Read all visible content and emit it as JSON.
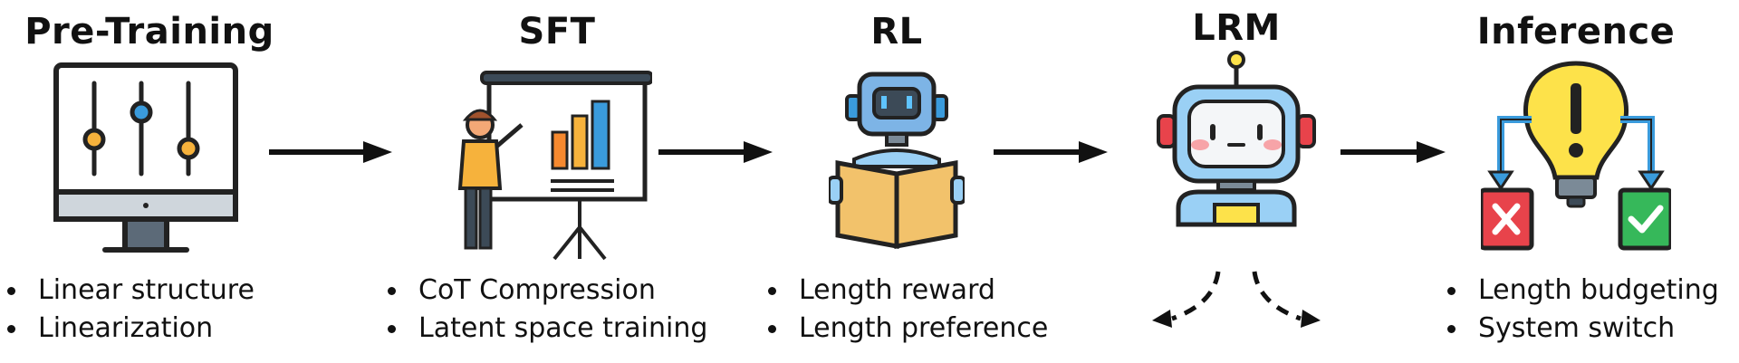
{
  "stages": [
    {
      "title": "Pre-Training",
      "bullets": [
        "Linear structure",
        "Linearization"
      ],
      "icon": "monitor-sliders-icon"
    },
    {
      "title": "SFT",
      "bullets": [
        "CoT Compression",
        "Latent space training"
      ],
      "icon": "presentation-board-icon"
    },
    {
      "title": "RL",
      "bullets": [
        "Length reward",
        "Length preference"
      ],
      "icon": "robot-reading-book-icon"
    },
    {
      "title": "LRM",
      "bullets": [],
      "icon": "robot-face-icon"
    },
    {
      "title": "Inference",
      "bullets": [
        "Length budgeting",
        "System switch"
      ],
      "icon": "lightbulb-decision-icon"
    }
  ],
  "colors": {
    "orange": "#f6b23c",
    "blue": "#3a9bdc",
    "yellow": "#fde24a",
    "red": "#e8434b",
    "green": "#36b85a",
    "gray": "#7b8a97",
    "skin": "#f3a876",
    "book": "#f2c26b"
  }
}
